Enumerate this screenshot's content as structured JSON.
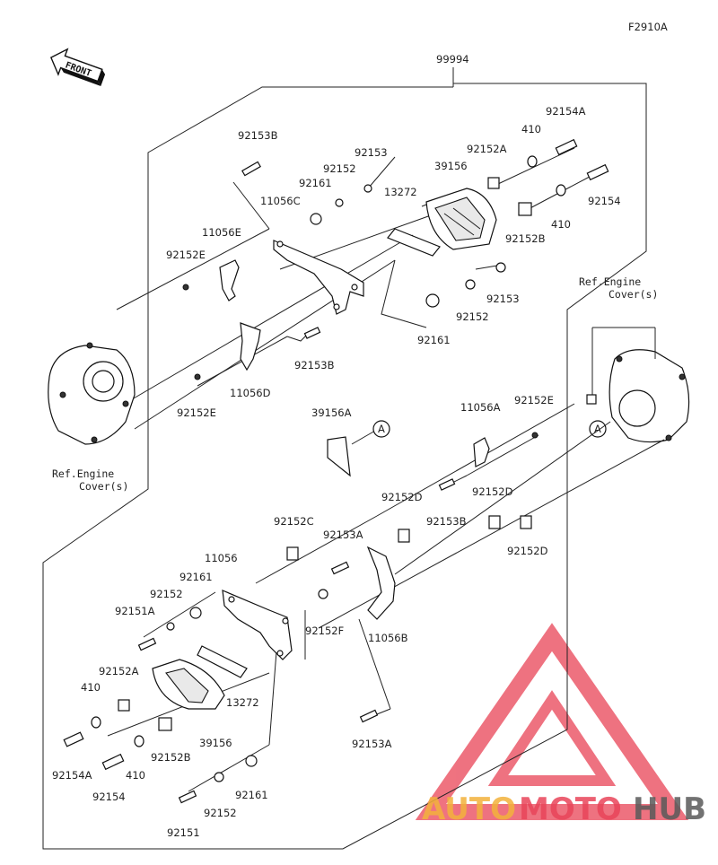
{
  "diagram": {
    "code": "F2910A",
    "front_label": "FRONT",
    "assembly": "99994",
    "ref_engine_upper": "Ref.Engine\nCover(s)",
    "ref_engine_lower": "Ref.Engine\nCover(s)",
    "marker_a": "A",
    "parts": {
      "p92154A_top": "92154A",
      "p410_top": "410",
      "p92153B_top": "92153B",
      "p92153_top": "92153",
      "p92152A_top": "92152A",
      "p92152_top": "92152",
      "p39156_top": "39156",
      "p92161_top": "92161",
      "p11056C": "11056C",
      "p13272_top": "13272",
      "p92154_top": "92154",
      "p410_top2": "410",
      "p92152B_top": "92152B",
      "p11056E": "11056E",
      "p92152E_left": "92152E",
      "p92153_mid": "92153",
      "p92152_mid": "92152",
      "p92161_mid": "92161",
      "p92153B_mid": "92153B",
      "p11056D": "11056D",
      "p92152E_low": "92152E",
      "p39156A": "39156A",
      "p11056A": "11056A",
      "p92152E_right": "92152E",
      "p92152D_a": "92152D",
      "p92152D_b": "92152D",
      "p92153B_low": "92153B",
      "p92152D_c": "92152D",
      "p92152C": "92152C",
      "p92153A_a": "92153A",
      "p11056": "11056",
      "p92161_low": "92161",
      "p92152_low": "92152",
      "p92151A": "92151A",
      "p92152F": "92152F",
      "p11056B": "11056B",
      "p92152A_low": "92152A",
      "p410_low": "410",
      "p13272_low": "13272",
      "p92154A_low": "92154A",
      "p39156_low": "39156",
      "p92152B_low": "92152B",
      "p92153A_b": "92153A",
      "p92154_low": "92154",
      "p410_low2": "410",
      "p92161_bot": "92161",
      "p92152_bot": "92152",
      "p92151": "92151"
    }
  },
  "watermark": {
    "part1": "AUTO",
    "part2": "MOTO",
    "part3": "HUB",
    "colors": {
      "auto": "#f3b23c",
      "moto": "#e9455a",
      "hub": "#5a5a5a",
      "triangle": "#ec5a6a"
    }
  }
}
